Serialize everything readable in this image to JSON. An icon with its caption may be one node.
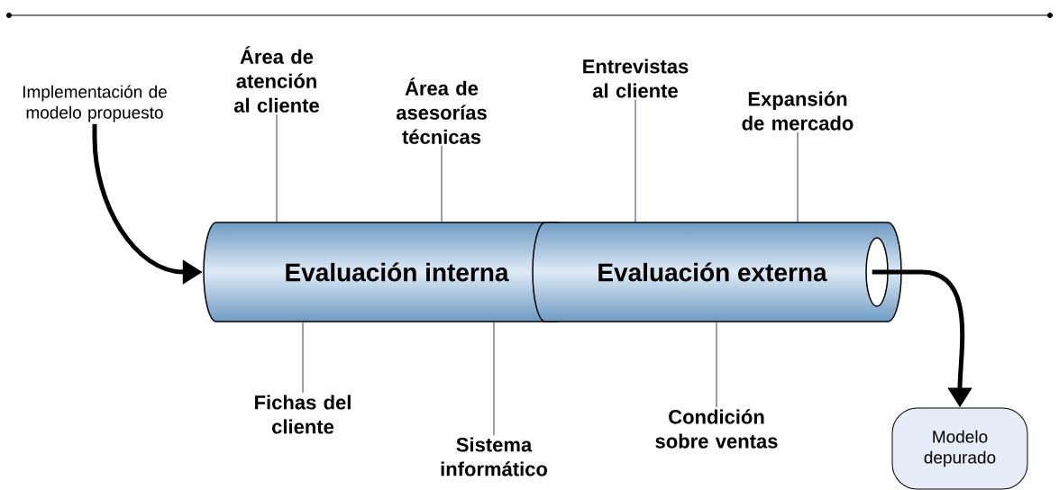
{
  "diagram": {
    "nodes": [
      {
        "text": [
          "Implementación de modelo propuesto"
        ]
      },
      {
        "text": [
          "Área de atención al cliente"
        ]
      },
      {
        "text": [
          "Área de asesorías técnicas"
        ]
      },
      {
        "text": [
          "Entrevistas al cliente"
        ]
      },
      {
        "text": [
          "Expansión de mercado"
        ]
      },
      {
        "text": [
          "Evaluación interna"
        ]
      },
      {
        "text": [
          "Evaluación externa"
        ]
      },
      {
        "text": [
          "Fichas del cliente"
        ]
      },
      {
        "text": [
          "Sistema informático"
        ]
      },
      {
        "text": [
          "Condición sobre ventas"
        ]
      },
      {
        "text": [
          "Modelo depurado"
        ]
      }
    ],
    "edges": [
      {
        "from": 0,
        "to": 5,
        "arrow": "to",
        "style": "thick",
        "color": "#000000"
      },
      {
        "from": 6,
        "to": 10,
        "arrow": "to",
        "style": "thick",
        "color": "#000000"
      },
      {
        "from": 1,
        "to": 5,
        "arrow": "none"
      },
      {
        "from": 2,
        "to": 5,
        "arrow": "none"
      },
      {
        "from": 3,
        "to": 6,
        "arrow": "none"
      },
      {
        "from": 4,
        "to": 6,
        "arrow": "none"
      },
      {
        "from": 7,
        "to": 5,
        "arrow": "none"
      },
      {
        "from": 8,
        "to": 5,
        "arrow": "none"
      },
      {
        "from": 9,
        "to": 6,
        "arrow": "none"
      }
    ]
  }
}
